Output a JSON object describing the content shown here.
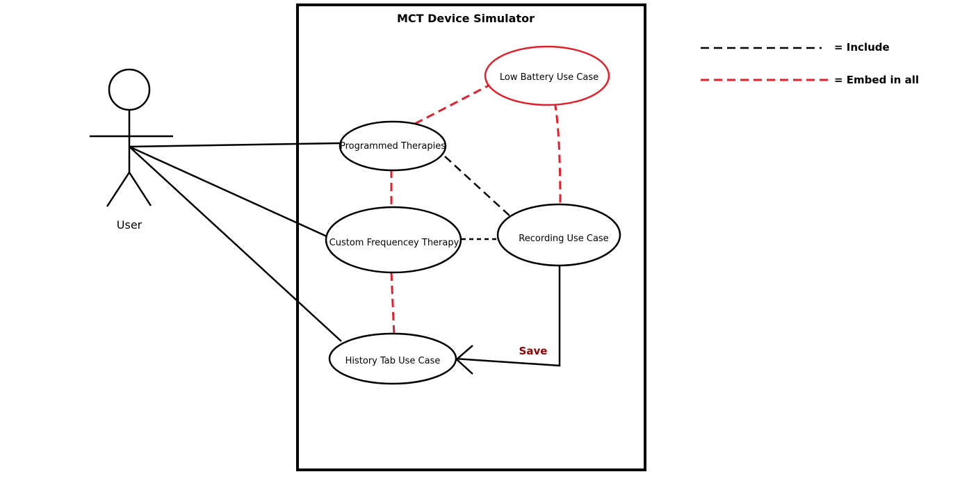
{
  "system": {
    "title": "MCT Device Simulator"
  },
  "actor": {
    "label": "User"
  },
  "use_cases": {
    "low_battery": "Low Battery Use Case",
    "programmed": "Programmed Therapies",
    "custom": "Custom Frequencey Therapy",
    "recording": "Recording Use Case",
    "history": "History Tab Use Case"
  },
  "relations": {
    "save_label": "Save"
  },
  "legend": {
    "include": "= Include",
    "embed": "= Embed in all"
  },
  "colors": {
    "include_line": "#000000",
    "embed_line": "#e0202a",
    "low_battery_outline": "#e0202a",
    "save_text": "#8b0000"
  }
}
